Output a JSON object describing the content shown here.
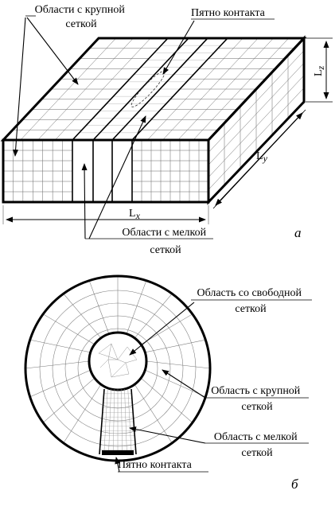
{
  "diagram_a": {
    "label_coarse": [
      "Области с крупной",
      "сеткой"
    ],
    "label_contact": "Пятно контакта",
    "label_fine": [
      "Области с мелкой",
      "сеткой"
    ],
    "dim_lx": "L",
    "dim_lx_sub": "x",
    "dim_ly": "L",
    "dim_ly_sub": "y",
    "dim_lz": "L",
    "dim_lz_sub": "z",
    "fig_letter": "а"
  },
  "diagram_b": {
    "label_free": [
      "Область со свободной",
      "сеткой"
    ],
    "label_coarse": [
      "Область с крупной",
      "сеткой"
    ],
    "label_fine": [
      "Область с мелкой",
      "сеткой"
    ],
    "label_contact": "Пятно контакта",
    "fig_letter": "б"
  }
}
